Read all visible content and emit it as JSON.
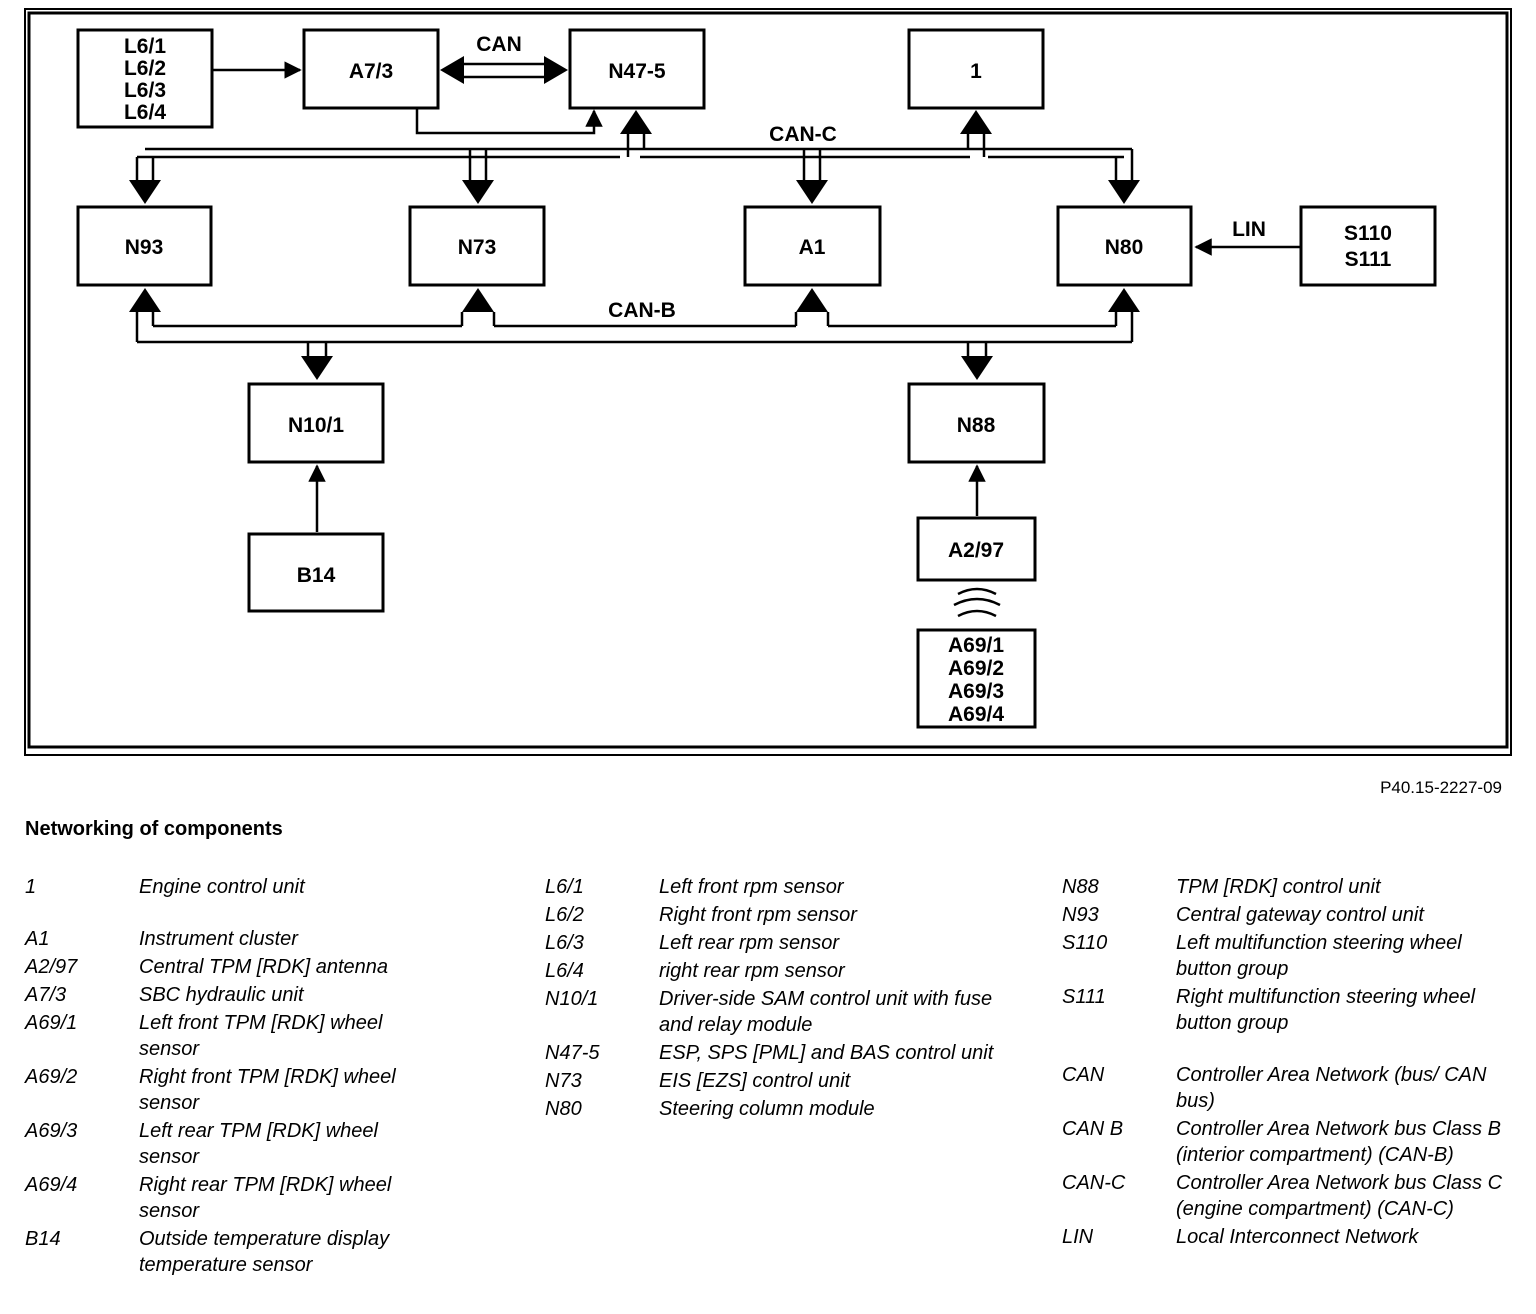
{
  "diagram": {
    "boxes": {
      "l6": [
        "L6/1",
        "L6/2",
        "L6/3",
        "L6/4"
      ],
      "a7_3": "A7/3",
      "n47_5": "N47-5",
      "one": "1",
      "n93": "N93",
      "n73": "N73",
      "a1": "A1",
      "n80": "N80",
      "s110_s111": [
        "S110",
        "S111"
      ],
      "n10_1": "N10/1",
      "n88": "N88",
      "b14": "B14",
      "a2_97": "A2/97",
      "a69": [
        "A69/1",
        "A69/2",
        "A69/3",
        "A69/4"
      ]
    },
    "buses": {
      "can": "CAN",
      "can_c": "CAN-C",
      "can_b": "CAN-B",
      "lin": "LIN"
    }
  },
  "figure_ref": "P40.15-2227-09",
  "caption": "Networking of components",
  "legend": {
    "col1": [
      {
        "code": "1",
        "desc": "Engine control unit"
      },
      {
        "code": "A1",
        "desc": "Instrument cluster"
      },
      {
        "code": "A2/97",
        "desc": "Central TPM [RDK] antenna"
      },
      {
        "code": "A7/3",
        "desc": "SBC hydraulic unit"
      },
      {
        "code": "A69/1",
        "desc": "Left front TPM [RDK] wheel sensor"
      },
      {
        "code": "A69/2",
        "desc": "Right front TPM [RDK] wheel sensor"
      },
      {
        "code": "A69/3",
        "desc": "Left rear TPM [RDK] wheel sensor"
      },
      {
        "code": "A69/4",
        "desc": "Right rear TPM [RDK] wheel sensor"
      },
      {
        "code": "B14",
        "desc": "Outside temperature display temperature sensor"
      }
    ],
    "col2": [
      {
        "code": "L6/1",
        "desc": "Left front rpm sensor"
      },
      {
        "code": "L6/2",
        "desc": "Right front rpm sensor"
      },
      {
        "code": "L6/3",
        "desc": "Left rear rpm sensor"
      },
      {
        "code": "L6/4",
        "desc": "right rear rpm sensor"
      },
      {
        "code": "N10/1",
        "desc": "Driver-side SAM control unit with fuse and relay module"
      },
      {
        "code": "N47-5",
        "desc": "ESP, SPS [PML] and BAS control unit"
      },
      {
        "code": "N73",
        "desc": "EIS [EZS] control unit"
      },
      {
        "code": "N80",
        "desc": "Steering column module"
      }
    ],
    "col3": [
      {
        "code": "N88",
        "desc": "TPM [RDK] control unit"
      },
      {
        "code": "N93",
        "desc": "Central gateway control unit"
      },
      {
        "code": "S110",
        "desc": "Left multifunction steering wheel button group"
      },
      {
        "code": "S111",
        "desc": "Right multifunction steering wheel button group"
      },
      {
        "code": "CAN",
        "desc": "Controller Area Network (bus/ CAN bus)"
      },
      {
        "code": "CAN B",
        "desc": "Controller Area Network bus Class B (interior compartment) (CAN-B)"
      },
      {
        "code": "CAN-C",
        "desc": "Controller Area Network bus Class C (engine compartment) (CAN-C)"
      },
      {
        "code": "LIN",
        "desc": "Local Interconnect Network"
      }
    ]
  }
}
